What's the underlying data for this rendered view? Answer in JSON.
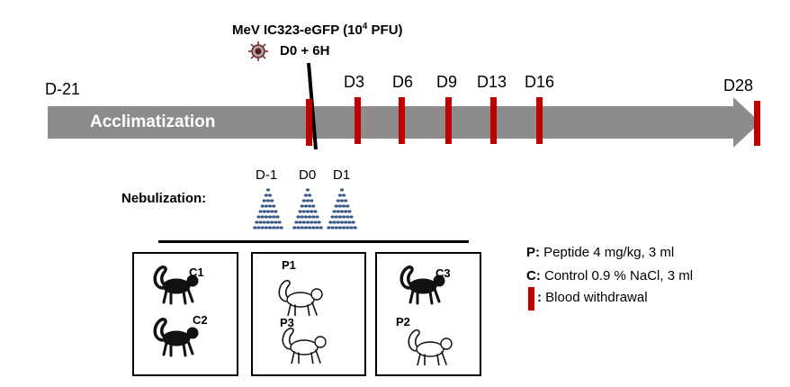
{
  "virus": {
    "title_prefix": "MeV IC323-eGFP  (10",
    "title_exp": "4",
    "title_suffix": " PFU)",
    "time": "D0 + 6H",
    "icon": "virus-icon"
  },
  "timeline": {
    "start_label": "D-21",
    "phase_label": "Acclimatization",
    "days": [
      "D3",
      "D6",
      "D9",
      "D13",
      "D16"
    ],
    "end_label": "D28",
    "arrow_color": "#8c8c8c",
    "marker_color": "#c00000"
  },
  "nebulization": {
    "label": "Nebulization:",
    "days": [
      "D-1",
      "D0",
      "D1"
    ],
    "icon": "spray-cone-icon",
    "spray_color": "#3a5a8a"
  },
  "cages": [
    {
      "animals": [
        {
          "label": "C1",
          "fill": "dark"
        },
        {
          "label": "C2",
          "fill": "dark"
        }
      ]
    },
    {
      "animals": [
        {
          "label": "P1",
          "fill": "outline"
        },
        {
          "label": "P3",
          "fill": "outline"
        }
      ]
    },
    {
      "animals": [
        {
          "label": "C3",
          "fill": "dark"
        },
        {
          "label": "P2",
          "fill": "outline"
        }
      ]
    }
  ],
  "legend": {
    "peptide_key": "P:",
    "peptide_text": " Peptide 4 mg/kg, 3 ml",
    "control_key": "C:",
    "control_text": " Control 0.9 % NaCl, 3 ml",
    "blood_key": ":",
    "blood_text": "  Blood withdrawal"
  }
}
